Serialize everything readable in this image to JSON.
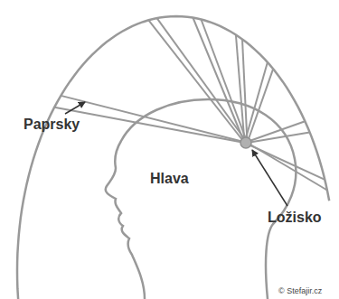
{
  "diagram": {
    "labels": [
      "Paprsky",
      "Hlava",
      "Ložisko",
      "© Stefajir.cz"
    ]
  }
}
